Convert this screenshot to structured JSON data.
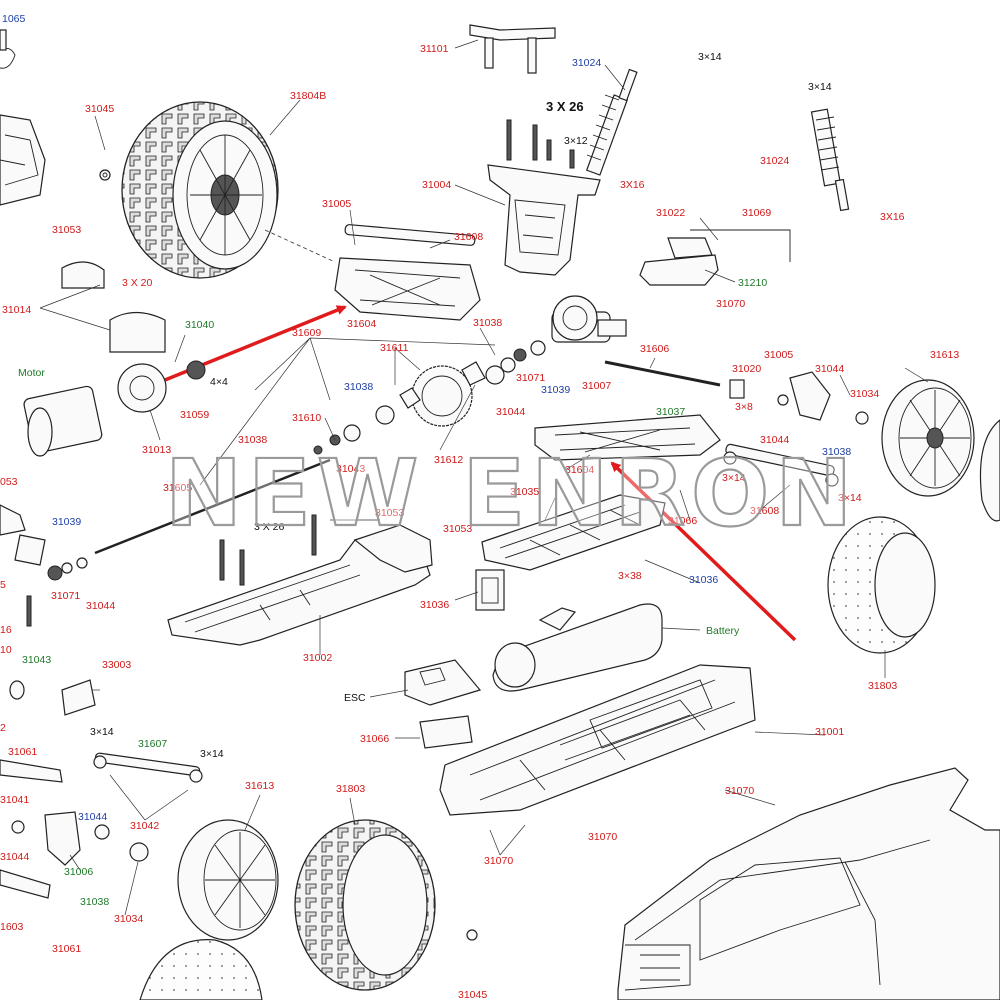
{
  "watermark": "NEW ENRON",
  "accent_colors": {
    "part_label": "#d11a1a",
    "alt_label": "#1f3fa8",
    "component_label": "#1f7a2a",
    "arrow": "#e11b1b"
  },
  "labels": {
    "p31065": "1065",
    "p31101": "31101",
    "p31024a": "31024",
    "p31024b": "31024",
    "s3x14_a": "3×14",
    "s3x14_b": "3×14",
    "p31045a": "31045",
    "p31804b": "31804B",
    "s3x26_top": "3 X 26",
    "s3x12": "3×12",
    "s3x16_a": "3X16",
    "s3x16_b": "3X16",
    "p31004": "31004",
    "p31005a": "31005",
    "p31608a": "31608",
    "p31022": "31022",
    "p31069": "31069",
    "p31053a": "31053",
    "s3x20": "3 X 20",
    "p31210": "31210",
    "p31070a": "31070",
    "p31014": "31014",
    "p31040": "31040",
    "p31604a": "31604",
    "p31038a": "31038",
    "p31609": "31609",
    "motor": "Motor",
    "p31611": "31611",
    "p31606": "31606",
    "p31613a": "31613",
    "s4x4": "4×4",
    "p31038b": "31038",
    "p31071a": "31071",
    "p31039a": "31039",
    "p31007": "31007",
    "p31005b": "31005",
    "p31020": "31020",
    "p31044a": "31044",
    "p31059": "31059",
    "p31034a": "31034",
    "p31044b": "31044",
    "p31037": "31037",
    "s3x8": "3×8",
    "p31044c": "31044",
    "p31013": "31013",
    "p31038c": "31038",
    "p31610": "31610",
    "p31043a": "31043",
    "p31612": "31612",
    "p31038d": "31038",
    "p31604b": "31604",
    "s3x14_c": "3×14",
    "p31053b": "053",
    "p31605": "31605",
    "p31035": "31035",
    "s3x14_d": "3×14",
    "p31053c": "31053",
    "p31053d": "31053",
    "s3x26_mid": "3 X 26",
    "p31039b": "31039",
    "p31066a": "31066",
    "p31608b": "31608",
    "p5": "5",
    "p31071b": "31071",
    "p31044d": "31044",
    "s3x38": "3×38",
    "p31036a": "31036",
    "p31036b": "31036",
    "p16": "16",
    "battery": "Battery",
    "p31002": "31002",
    "p31803a": "31803",
    "p10": "10",
    "p31043b": "31043",
    "p33003": "33003",
    "esc": "ESC",
    "p2": "2",
    "p31001": "31001",
    "s3x14_e": "3×14",
    "p31607": "31607",
    "s3x14_f": "3×14",
    "p31061a": "31061",
    "p31066b": "31066",
    "p31041": "31041",
    "p31613b": "31613",
    "p31803b": "31803",
    "p31070b": "31070",
    "p31044e": "31044",
    "p31042": "31042",
    "p31044f": "31044",
    "p31070c": "31070",
    "p31006": "31006",
    "p31070d": "31070",
    "p31038e": "31038",
    "p31034b": "31034",
    "p1603": "1603",
    "p31061b": "31061",
    "p31045b": "31045"
  }
}
